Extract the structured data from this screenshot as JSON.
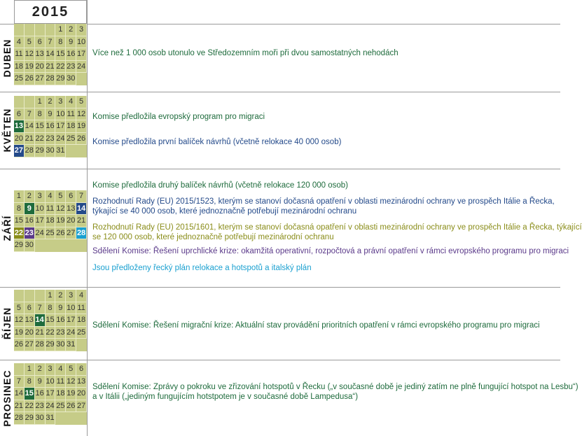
{
  "year": "2015",
  "colors": {
    "green": "#1e6b3c",
    "blue": "#244a8a",
    "olive": "#8a8d1a",
    "purple": "#5b3a8a",
    "cyan": "#1aa0d0",
    "calendar_bg": "#c6cc88"
  },
  "months": [
    {
      "name": "DUBEN",
      "offset": 4,
      "days": 30,
      "highlights": {},
      "events": [
        {
          "text": "Více než 1 000 osob utonulo ve Středozemním moři při dvou samostatných nehodách",
          "color": "green"
        }
      ]
    },
    {
      "name": "KVĚTEN",
      "offset": 2,
      "days": 31,
      "highlights": {
        "13": "green",
        "27": "blue"
      },
      "events": [
        {
          "text": "Komise předložila evropský program pro migraci",
          "color": "green"
        },
        {
          "text": "Komise předložila první balíček návrhů (včetně relokace 40 000 osob)",
          "color": "blue"
        }
      ]
    },
    {
      "name": "ZÁŘÍ",
      "offset": 0,
      "days": 30,
      "highlights": {
        "9": "green",
        "14": "blue",
        "22": "olive",
        "23": "purple",
        "28": "cyan"
      },
      "events": [
        {
          "text": "Komise předložila druhý balíček návrhů (včetně relokace 120 000 osob)",
          "color": "green"
        },
        {
          "text": "Rozhodnutí Rady (EU) 2015/1523, kterým se stanoví dočasná opatření v oblasti mezinárodní ochrany ve prospěch Itálie a Řecka,\ntýkající se 40 000 osob, které jednoznačně potřebují mezinárodní ochranu",
          "color": "blue"
        },
        {
          "text": "Rozhodnutí Rady (EU) 2015/1601, kterým se stanoví dočasná opatření v oblasti mezinárodní ochrany ve prospěch Itálie a Řecka, týkající\nse 120 000 osob, které jednoznačně potřebují mezinárodní ochranu",
          "color": "olive"
        },
        {
          "text": "Sdělení Komise: Řešení uprchlické krize: okamžitá operativní, rozpočtová a právní opatření v rámci evropského programu pro migraci",
          "color": "purple"
        },
        {
          "text": "Jsou předloženy řecký plán relokace a hotspotů a italský plán",
          "color": "cyan"
        }
      ]
    },
    {
      "name": "ŘÍJEN",
      "offset": 3,
      "days": 31,
      "highlights": {
        "14": "green"
      },
      "events": [
        {
          "text": "Sdělení Komise: Řešení migrační krize: Aktuální stav provádění prioritních opatření v rámci evropského programu pro migraci",
          "color": "green"
        }
      ]
    },
    {
      "name": "PROSINEC",
      "offset": 1,
      "days": 31,
      "highlights": {
        "15": "green"
      },
      "events": [
        {
          "text": "Sdělení Komise: Zprávy o pokroku ve zřizování hotspotů v Řecku („v současné době je jediný zatím ne plně fungující hotspot na Lesbu“)\na v Itálii („jediným fungujícím hotstpotem je v současné době Lampedusa“)",
          "color": "green"
        }
      ]
    }
  ]
}
